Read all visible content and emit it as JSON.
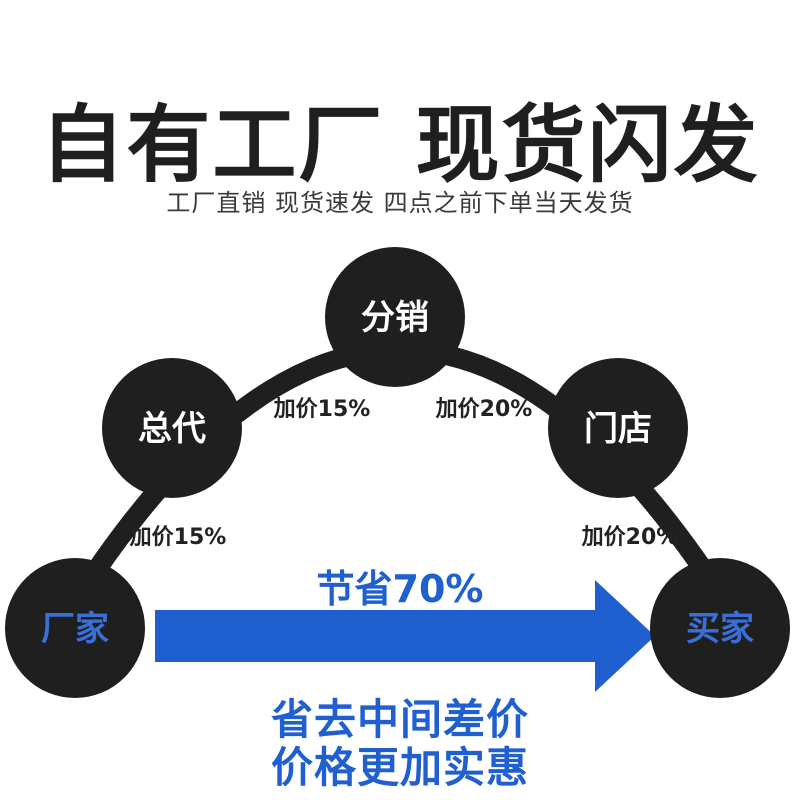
{
  "header": {
    "title": "自有工厂 现货闪发",
    "subtitle": "工厂直销 现货速发 四点之前下单当天发货"
  },
  "nodes": {
    "factory": "厂家",
    "general_agent": "总代",
    "distribution": "分销",
    "store": "门店",
    "buyer": "买家"
  },
  "markups": {
    "factory_to_agent": "加价15%",
    "agent_to_distribution": "加价15%",
    "distribution_to_store": "加价20%",
    "store_to_buyer": "加价20%"
  },
  "savings": {
    "label": "节省70%"
  },
  "footer": {
    "line1": "省去中间差价",
    "line2": "价格更加实惠"
  },
  "colors": {
    "node": "#1f1f1f",
    "arc": "#1f1f1f",
    "arrow": "#1f5fd0",
    "accent_text": "#1f5fd0"
  }
}
